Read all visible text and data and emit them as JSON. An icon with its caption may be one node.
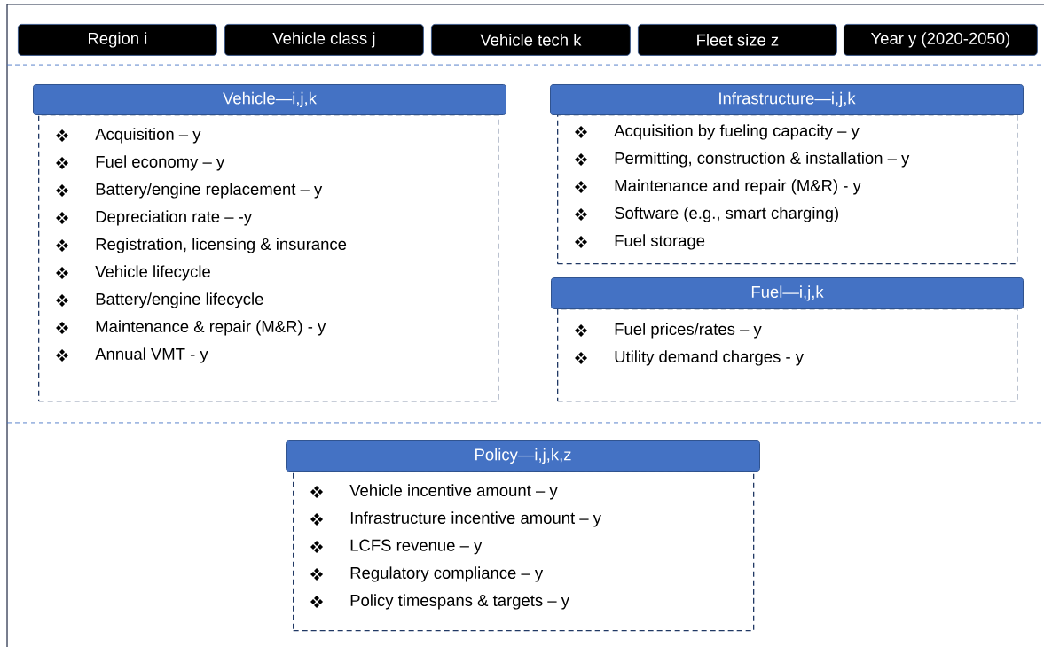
{
  "diagram": {
    "nodes": [
      {
        "text": [
          "Region i"
        ]
      },
      {
        "text": [
          "Vehicle class j"
        ]
      },
      {
        "text": [
          "Vehicle tech k"
        ]
      },
      {
        "text": [
          "Fleet size z"
        ]
      },
      {
        "text": [
          "Year y (2020-2050)"
        ]
      },
      {
        "text": [
          "Vehicle—i,j,k",
          "Acquisition – y",
          "Fuel economy – y",
          "Battery/engine replacement – y",
          "Depreciation rate – -y",
          "Registration, licensing & insurance",
          "Vehicle lifecycle",
          "Battery/engine lifecycle",
          "Maintenance & repair (M&R) - y",
          "Annual VMT - y"
        ]
      },
      {
        "text": [
          "Infrastructure—i,j,k",
          "Acquisition by fueling capacity  – y",
          "Permitting, construction & installation – y",
          "Maintenance and repair (M&R) - y",
          "Software (e.g., smart charging)",
          "Fuel storage"
        ]
      },
      {
        "text": [
          "Fuel—i,j,k",
          "Fuel prices/rates – y",
          "Utility demand charges - y"
        ]
      },
      {
        "text": [
          "Policy—i,j,k,z",
          "Vehicle incentive amount – y",
          "Infrastructure incentive amount – y",
          "LCFS revenue – y",
          "Regulatory compliance – y",
          "Policy timespans & targets – y"
        ]
      }
    ]
  }
}
